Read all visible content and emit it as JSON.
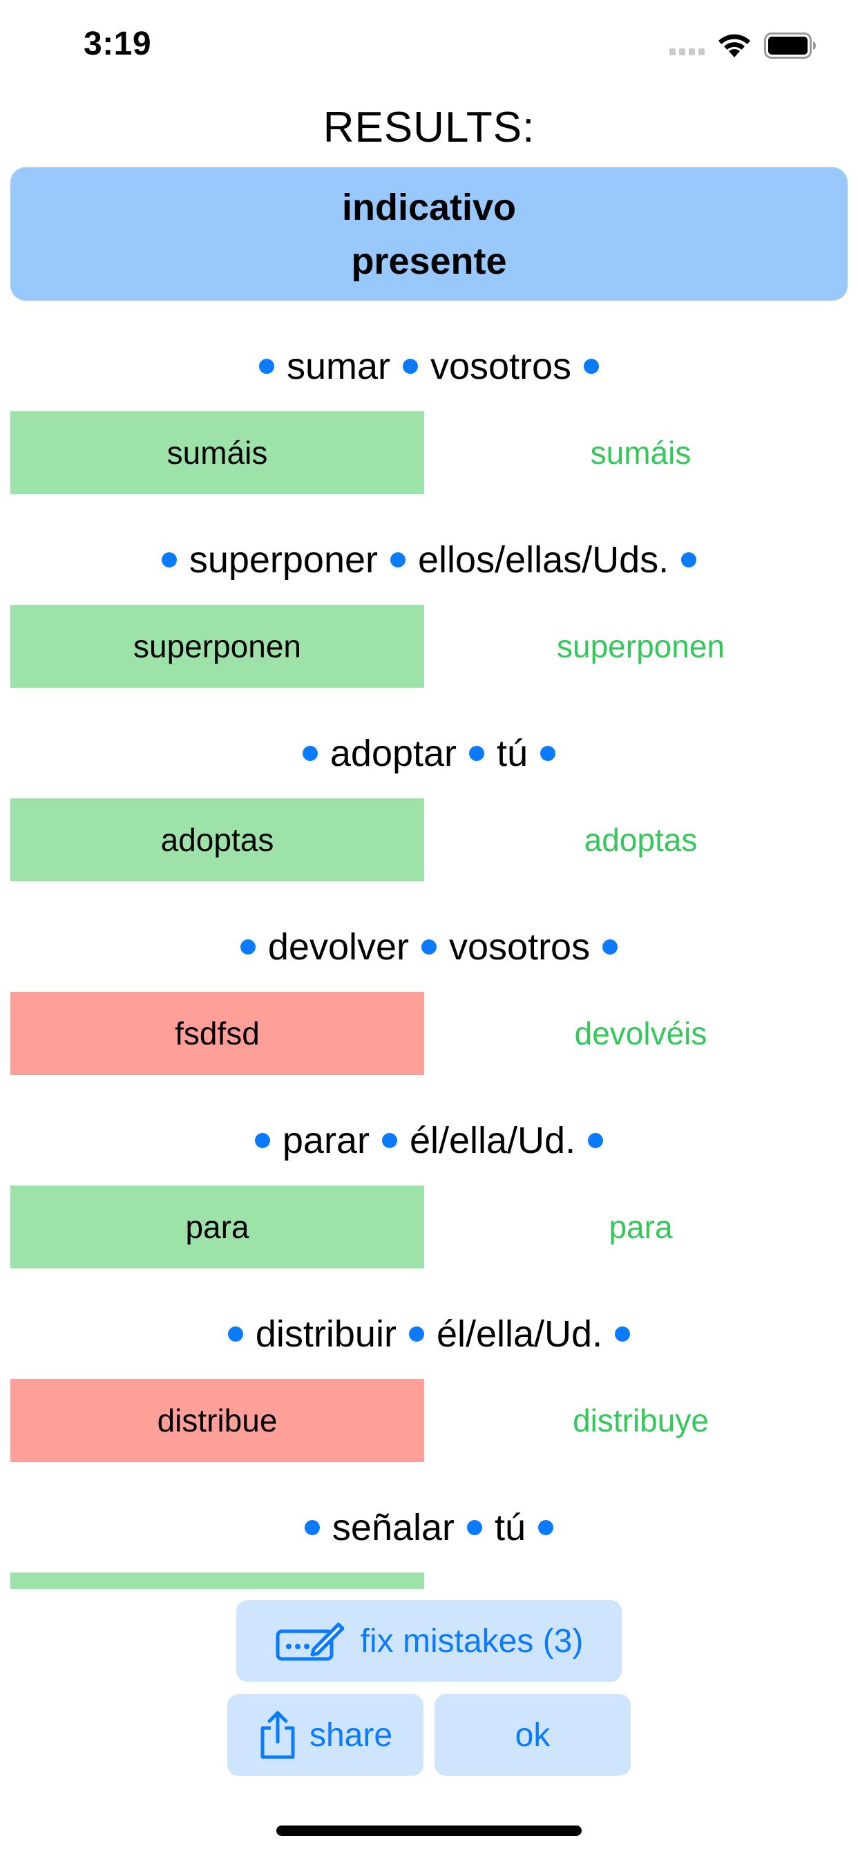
{
  "status_bar": {
    "time": "3:19"
  },
  "header": {
    "title": "RESULTS:",
    "mood": "indicativo",
    "tense": "presente"
  },
  "questions": [
    {
      "verb": "sumar",
      "person": "vosotros",
      "answer": "sumáis",
      "solution": "sumáis",
      "correct": true
    },
    {
      "verb": "superponer",
      "person": "ellos/ellas/Uds.",
      "answer": "superponen",
      "solution": "superponen",
      "correct": true
    },
    {
      "verb": "adoptar",
      "person": "tú",
      "answer": "adoptas",
      "solution": "adoptas",
      "correct": true
    },
    {
      "verb": "devolver",
      "person": "vosotros",
      "answer": "fsdfsd",
      "solution": "devolvéis",
      "correct": false
    },
    {
      "verb": "parar",
      "person": "él/ella/Ud.",
      "answer": "para",
      "solution": "para",
      "correct": true
    },
    {
      "verb": "distribuir",
      "person": "él/ella/Ud.",
      "answer": "distribue",
      "solution": "distribuye",
      "correct": false
    },
    {
      "verb": "señalar",
      "person": "tú",
      "answer": "",
      "solution": "",
      "correct": true
    }
  ],
  "actions": {
    "fix_mistakes_label": "fix mistakes (3)",
    "share_label": "share",
    "ok_label": "ok"
  },
  "colors": {
    "accent": "#0a7aff",
    "tense_background": "#99c9fc",
    "correct_background": "#9de3a9",
    "wrong_background": "#fe9f98",
    "solution_text": "#34c759",
    "button_background": "#cfe5fd"
  },
  "icons": {
    "signal": "cellular-signal-icon",
    "wifi": "wifi-icon",
    "battery": "battery-icon",
    "fix": "keyboard-pencil-icon",
    "share": "share-icon"
  }
}
